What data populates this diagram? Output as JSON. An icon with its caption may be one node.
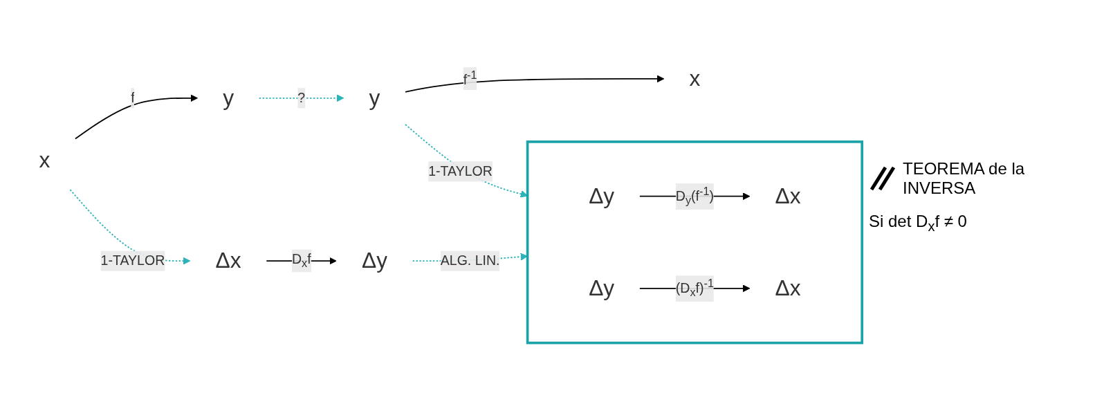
{
  "diagram": {
    "nodes": [
      {
        "text": [
          "x"
        ]
      },
      {
        "text": [
          "y"
        ]
      },
      {
        "text": [
          "y"
        ]
      },
      {
        "text": [
          "x"
        ]
      },
      {
        "text": [
          "Δx"
        ]
      },
      {
        "text": [
          "Δy"
        ]
      },
      {
        "text": [],
        "shape": "box"
      },
      {
        "text": [
          "Δy"
        ],
        "in": 6
      },
      {
        "text": [
          "Δx"
        ],
        "in": 6
      },
      {
        "text": [
          "Δy"
        ],
        "in": 6
      },
      {
        "text": [
          "Δx"
        ],
        "in": 6
      }
    ],
    "edges": [
      {
        "from": 0,
        "to": 1,
        "arrow": "to",
        "label": "f"
      },
      {
        "from": 1,
        "to": 2,
        "arrow": "to",
        "label": "?",
        "style": "dashed",
        "color": "#2ab3b8"
      },
      {
        "from": 2,
        "to": 3,
        "arrow": "to",
        "label": "f$^{-1}$"
      },
      {
        "from": 0,
        "to": 4,
        "arrow": "to",
        "label": "1-TAYLOR",
        "style": "dashed",
        "color": "#2ab3b8"
      },
      {
        "from": 2,
        "to": 6,
        "arrow": "to",
        "label": "1-TAYLOR",
        "style": "dashed",
        "color": "#2ab3b8"
      },
      {
        "from": 4,
        "to": 5,
        "arrow": "to",
        "label": "D$_{x}$f"
      },
      {
        "from": 5,
        "to": 6,
        "arrow": "to",
        "label": "ALG. LIN.",
        "style": "dashed",
        "color": "#2ab3b8"
      },
      {
        "from": 7,
        "to": 8,
        "arrow": "to",
        "label": "D$_{y}$(f$^{-1}$)"
      },
      {
        "from": 9,
        "to": 10,
        "arrow": "to",
        "label": "(D$_{x}$f)$^{-1}$"
      }
    ],
    "labels": [
      "TEOREMA de la INVERSA",
      "Si det D$_{x}$f ≠ 0"
    ]
  }
}
